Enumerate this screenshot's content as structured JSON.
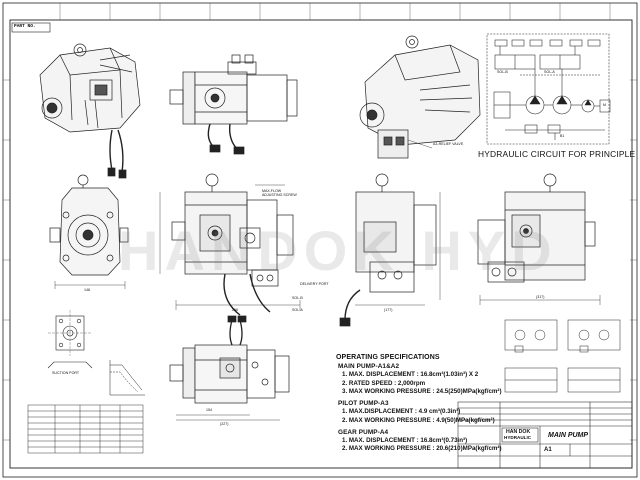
{
  "drawing": {
    "top_left_tag": "PART NO.",
    "circuit_title": "HYDRAULIC CIRCUIT FOR PRINCIPLE",
    "watermark": "HANDOK HYD",
    "labels": {
      "max_flow_adjusting_screw": "MAX.FLOW\nADJUSTING SCREW",
      "a3_relief_valve": "A3-RELIEF VALVE",
      "delivery_port": "DELIVERY PORT",
      "sol_b": "SOL-B",
      "sol_a": "SOL-A",
      "suction_port": "SUCTION PORT",
      "dim_148": "148",
      "dim_266": "266",
      "dim_227": "(227)",
      "dim_177": "(177)",
      "dim_317": "(317)",
      "dim_154": "154"
    },
    "circuit_labels": {
      "sol_b": "SOL-B",
      "sol_a": "SOL-A",
      "b1": "B1",
      "motor": "M"
    }
  },
  "specs": {
    "heading": "OPERATING SPECIFICATIONS",
    "main_pump": {
      "title": "MAIN PUMP-A1&A2",
      "lines": [
        "1.  MAX. DISPLACEMENT : 16.8cm³(1.03in³) X 2",
        "2.  RATED SPEED : 2,000rpm",
        "3.  MAX WORKING PRESSURE : 24.5(250)MPa(kgf/cm²)"
      ]
    },
    "pilot_pump": {
      "title": "PILOT PUMP-A3",
      "lines": [
        "1.    MAX.DISPLACEMENT : 4.9 cm³(0.3in³)",
        "2.    MAX WORKING PRESSURE : 4.9(50)MPa(kgf/cm²)"
      ]
    },
    "gear_pump": {
      "title": "GEAR PUMP-A4",
      "lines": [
        "1.    MAX. DISPLACEMENT : 16.8cm³(0.73in³)",
        "2.    MAX WORKING PRESSURE : 20.6(210)MPa(kgf/cm²)"
      ]
    }
  },
  "title_block": {
    "company_line1": "HAN DOK",
    "company_line2": "HYDRAULIC",
    "drawing_title": "MAIN PUMP",
    "sheet_size": "A1"
  },
  "colors": {
    "ink": "#111111",
    "watermark": "#9a9a9a",
    "paper": "#ffffff"
  }
}
